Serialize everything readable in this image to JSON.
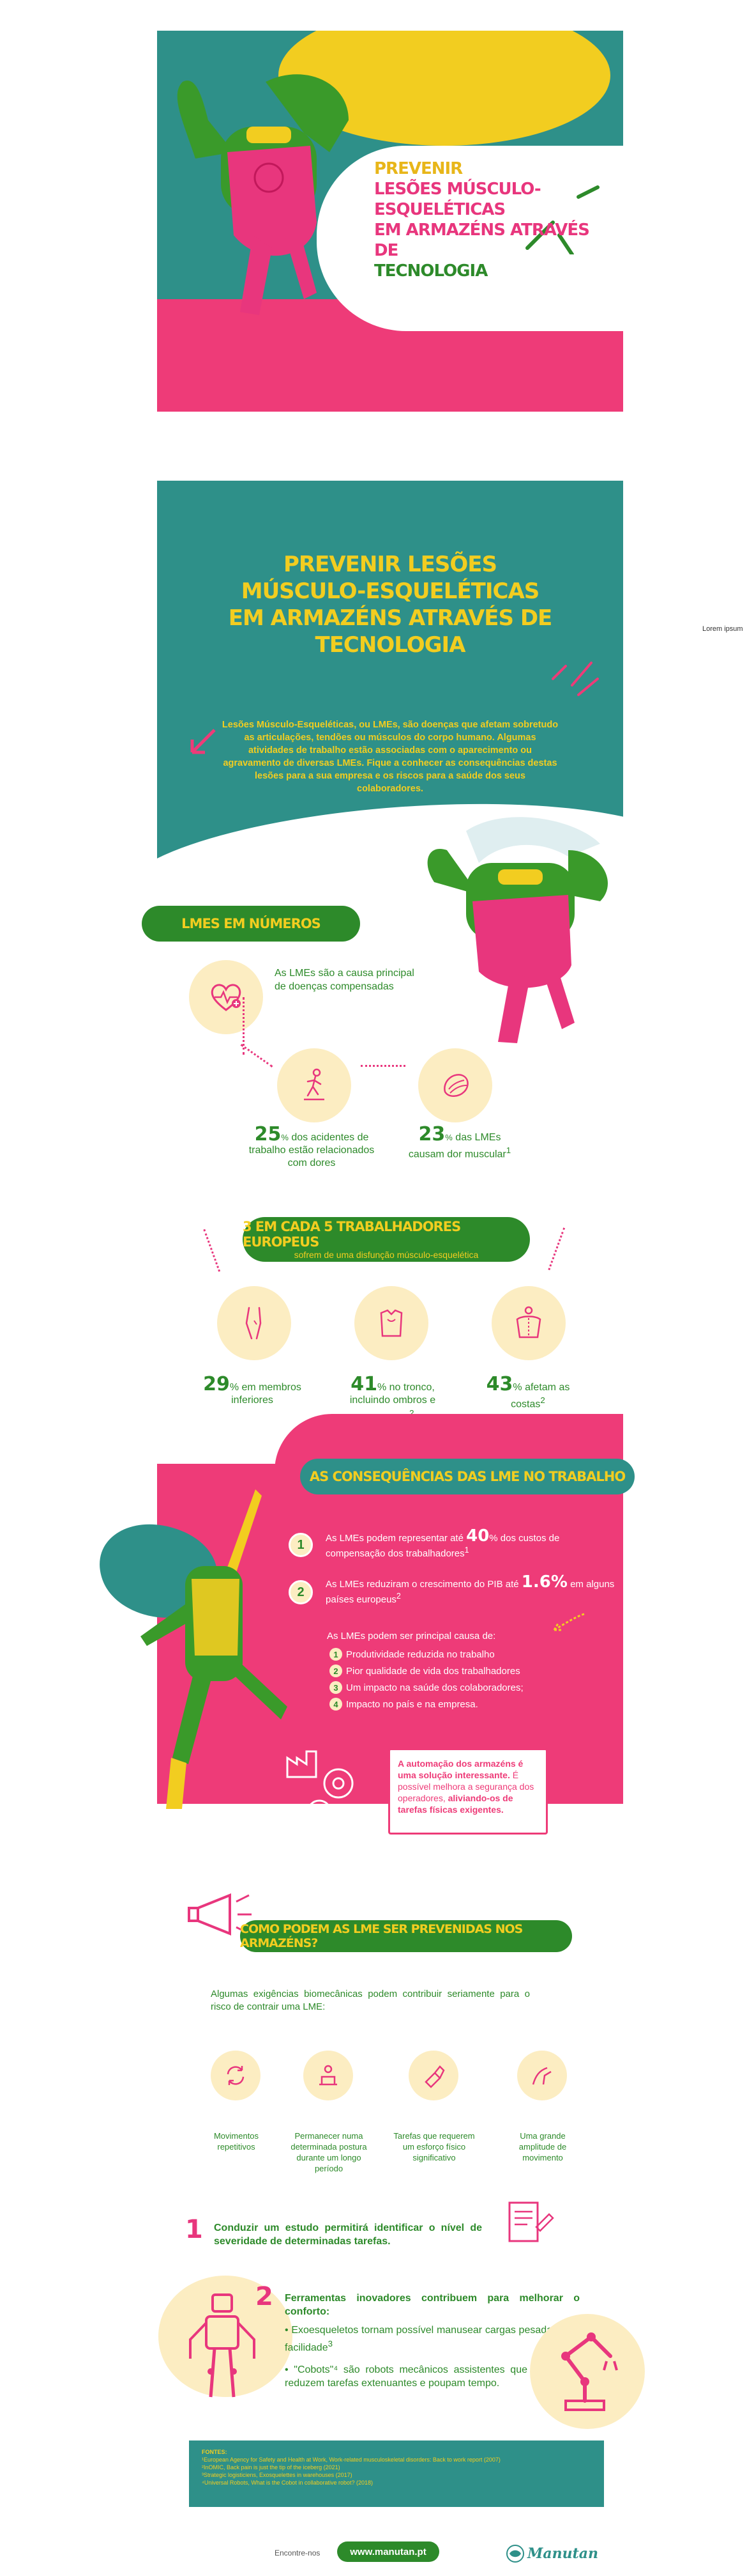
{
  "hero": {
    "title_line1": "PREVENIR",
    "title_line2a": "LESÕES MÚSCULO-ESQUELÉTICAS",
    "title_line2b": "EM ARMAZÉNS ATRAVÉS DE",
    "title_line3": "TECNOLOGIA"
  },
  "intro": {
    "title_line1": "PREVENIR LESÕES",
    "title_line2": "MÚSCULO-ESQUELÉTICAS",
    "title_line3": "EM ARMAZÉNS ATRAVÉS DE",
    "title_line4": "TECNOLOGIA",
    "description": "Lesões Músculo-Esqueléticas, ou LMEs, são doenças que afetam sobretudo as articulações, tendões ou músculos do corpo humano. Algumas atividades de trabalho estão associadas com o aparecimento ou agravamento de diversas LMEs. Fique a conhecer as consequências destas lesões para a sua empresa e os riscos para a saúde dos seus colaboradores.",
    "side_note": "Lorem ipsum"
  },
  "numbers": {
    "header": "LMES EM NÚMEROS",
    "stat1": "As LMEs são a causa principal de doenças compensadas",
    "stat2_num": "25",
    "stat2_pct": "%",
    "stat2_text": " dos acidentes de trabalho estão relacionados com dores",
    "stat3_num": "23",
    "stat3_pct": "%",
    "stat3_text": " das LMEs causam dor muscular",
    "stat3_sup": "1"
  },
  "europe": {
    "header": "3 EM CADA 5 TRABALHADORES EUROPEUS",
    "subheader": "sofrem de uma disfunção músculo-esquelética",
    "s1_num": "29",
    "s1_text": "% em membros inferiores",
    "s2_num": "41",
    "s2_text": "% no tronco, incluindo ombros e pescoço",
    "s2_sup": "2",
    "s3_num": "43",
    "s3_text": "% afetam as costas",
    "s3_sup": "2"
  },
  "consequences": {
    "header": "AS CONSEQUÊNCIAS DAS LME NO TRABALHO",
    "b1": "1",
    "c1_pre": "As LMEs podem representar até ",
    "c1_big": "40",
    "c1_post": "% dos custos de compensação dos trabalhadores",
    "c1_sup": "1",
    "b2": "2",
    "c2_pre": "As LMEs reduziram o crescimento do PIB até ",
    "c2_big": "1.6%",
    "c2_post": " em alguns países europeus",
    "c2_sup": "2",
    "c3_intro": "As LMEs podem ser principal causa de:",
    "list": [
      {
        "n": "1",
        "text": "Produtividade reduzida no trabalho"
      },
      {
        "n": "2",
        "text": "Pior qualidade de vida dos trabalhadores"
      },
      {
        "n": "3",
        "text": "Um impacto na saúde dos colaboradores;"
      },
      {
        "n": "4",
        "text": "Impacto no país e na empresa."
      }
    ],
    "auto_bold1": "A automação dos armazéns é uma solução interessante.",
    "auto_normal": " É possível melhora a segurança dos operadores, ",
    "auto_bold2": "aliviando-os de tarefas físicas exigentes."
  },
  "prevention": {
    "header": "COMO PODEM AS LME SER PREVENIDAS NOS ARMAZÉNS?",
    "intro": "Algumas exigências biomecânicas podem contribuir seriamente para o risco de contrair uma LME:",
    "items": [
      "Movimentos repetitivos",
      "Permanecer numa determinada postura durante um longo período",
      "Tarefas que requerem um esforço físico significativo",
      "Uma grande amplitude de movimento"
    ],
    "step1_num": "1",
    "step1_text": "Conduzir um estudo permitirá identificar o nível de severidade de determinadas tarefas.",
    "step2_num": "2",
    "step2_title": "Ferramentas inovadores contribuem para melhorar o conforto:",
    "step2_b1": "• Exoesqueletos tornam possível manusear cargas pesadas com facilidade",
    "step2_b1_sup": "3",
    "step2_b2": "• \"Cobots\"⁴ são robots mecânicos assistentes que reduzem tarefas extenuantes e poupam tempo."
  },
  "sources": {
    "title": "FONTES:",
    "lines": [
      "¹European Agency for Safety and Health at Work, Work-related musculoskeletal disorders: Back to work report (2007)",
      "²InOMIC, Back pain is just the tip of the iceberg (2021)",
      "³Strategic logisticiens, Exosquelettes in warehouses (2017)",
      "⁴Universal Robots, What is the Cobot in collaborative robot? (2018)"
    ]
  },
  "footer": {
    "label": "Encontre-nos",
    "url": "www.manutan.pt",
    "brand": "Manutan"
  },
  "colors": {
    "teal": "#2e9089",
    "pink": "#ee3b78",
    "yellow": "#f2cd20",
    "green": "#2d8a2a",
    "cream": "#fcedc2"
  }
}
